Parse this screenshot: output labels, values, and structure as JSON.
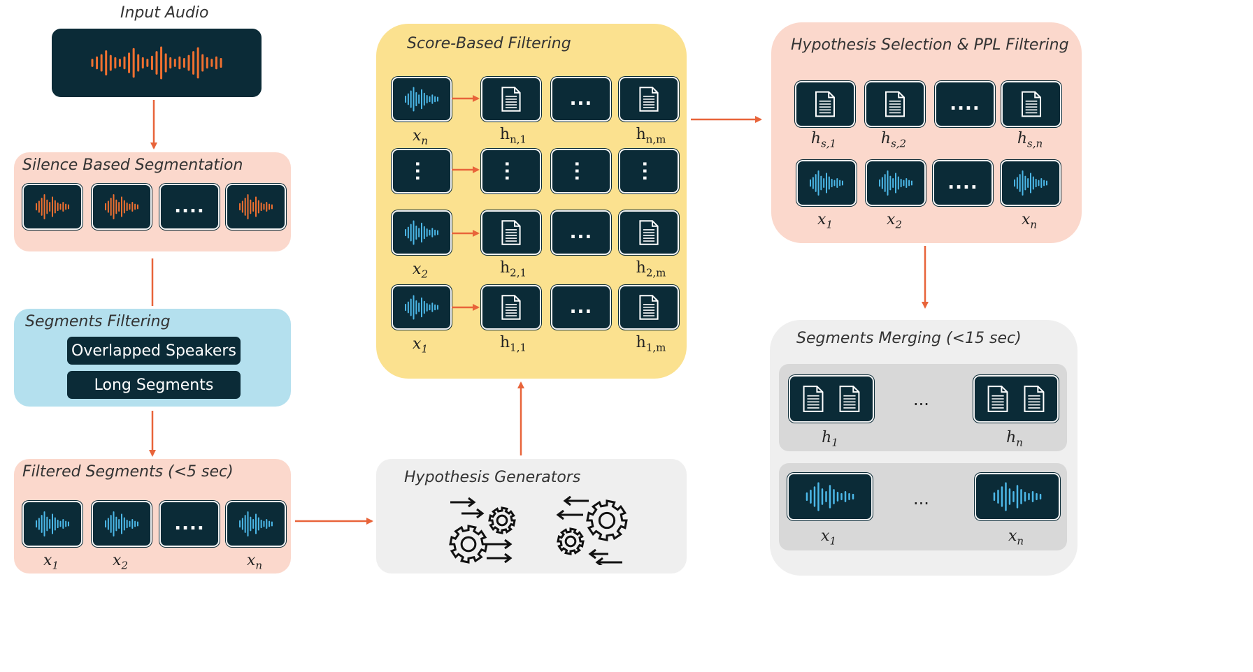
{
  "colors": {
    "dark_tile": "#0b2b37",
    "orange_wave": "#f07030",
    "blue_wave": "#4cb8e8",
    "arrow": "#e8643a",
    "peach_panel": "#fbd8cc",
    "blue_panel": "#b4e0ee",
    "yellow_panel": "#fbe18f",
    "gray_panel": "#efefef",
    "gray_inner": "#d8d8d8"
  },
  "input_audio": {
    "title": "Input Audio"
  },
  "silence_segmentation": {
    "title": "Silence Based Segmentation",
    "ellipsis": "...."
  },
  "segments_filtering": {
    "title": "Segments Filtering",
    "items": [
      "Overlapped Speakers",
      "Long Segments"
    ]
  },
  "filtered_segments": {
    "title": "Filtered Segments (<5 sec)",
    "ellipsis": "....",
    "labels": [
      {
        "base": "x",
        "sub": "1"
      },
      {
        "base": "x",
        "sub": "2"
      },
      {
        "base": "x",
        "sub": "n"
      }
    ]
  },
  "hypothesis_generators": {
    "title": "Hypothesis Generators"
  },
  "score_filtering": {
    "title": "Score-Based Filtering",
    "ellipsis": "...",
    "vertical_ellipsis": "...",
    "rows": [
      {
        "x": {
          "base": "x",
          "sub": "n"
        },
        "h_first": {
          "base": "h",
          "sub": "n,1"
        },
        "h_last": {
          "base": "h",
          "sub": "n,m"
        }
      },
      {
        "x": {
          "base": "x",
          "sub": "2"
        },
        "h_first": {
          "base": "h",
          "sub": "2,1"
        },
        "h_last": {
          "base": "h",
          "sub": "2,m"
        }
      },
      {
        "x": {
          "base": "x",
          "sub": "1"
        },
        "h_first": {
          "base": "h",
          "sub": "1,1"
        },
        "h_last": {
          "base": "h",
          "sub": "1,m"
        }
      }
    ]
  },
  "hypothesis_selection": {
    "title": "Hypothesis Selection & PPL Filtering",
    "ellipsis": "....",
    "h_labels": [
      {
        "base": "h",
        "sub": "s,1"
      },
      {
        "base": "h",
        "sub": "s,2"
      },
      {
        "base": "h",
        "sub": "s,n"
      }
    ],
    "x_labels": [
      {
        "base": "x",
        "sub": "1"
      },
      {
        "base": "x",
        "sub": "2"
      },
      {
        "base": "x",
        "sub": "n"
      }
    ]
  },
  "segments_merging": {
    "title": "Segments Merging (<15 sec)",
    "ellipsis": "...",
    "h_labels": [
      {
        "base": "h",
        "sub": "1"
      },
      {
        "base": "h",
        "sub": "n"
      }
    ],
    "x_labels": [
      {
        "base": "x",
        "sub": "1"
      },
      {
        "base": "x",
        "sub": "n"
      }
    ]
  }
}
